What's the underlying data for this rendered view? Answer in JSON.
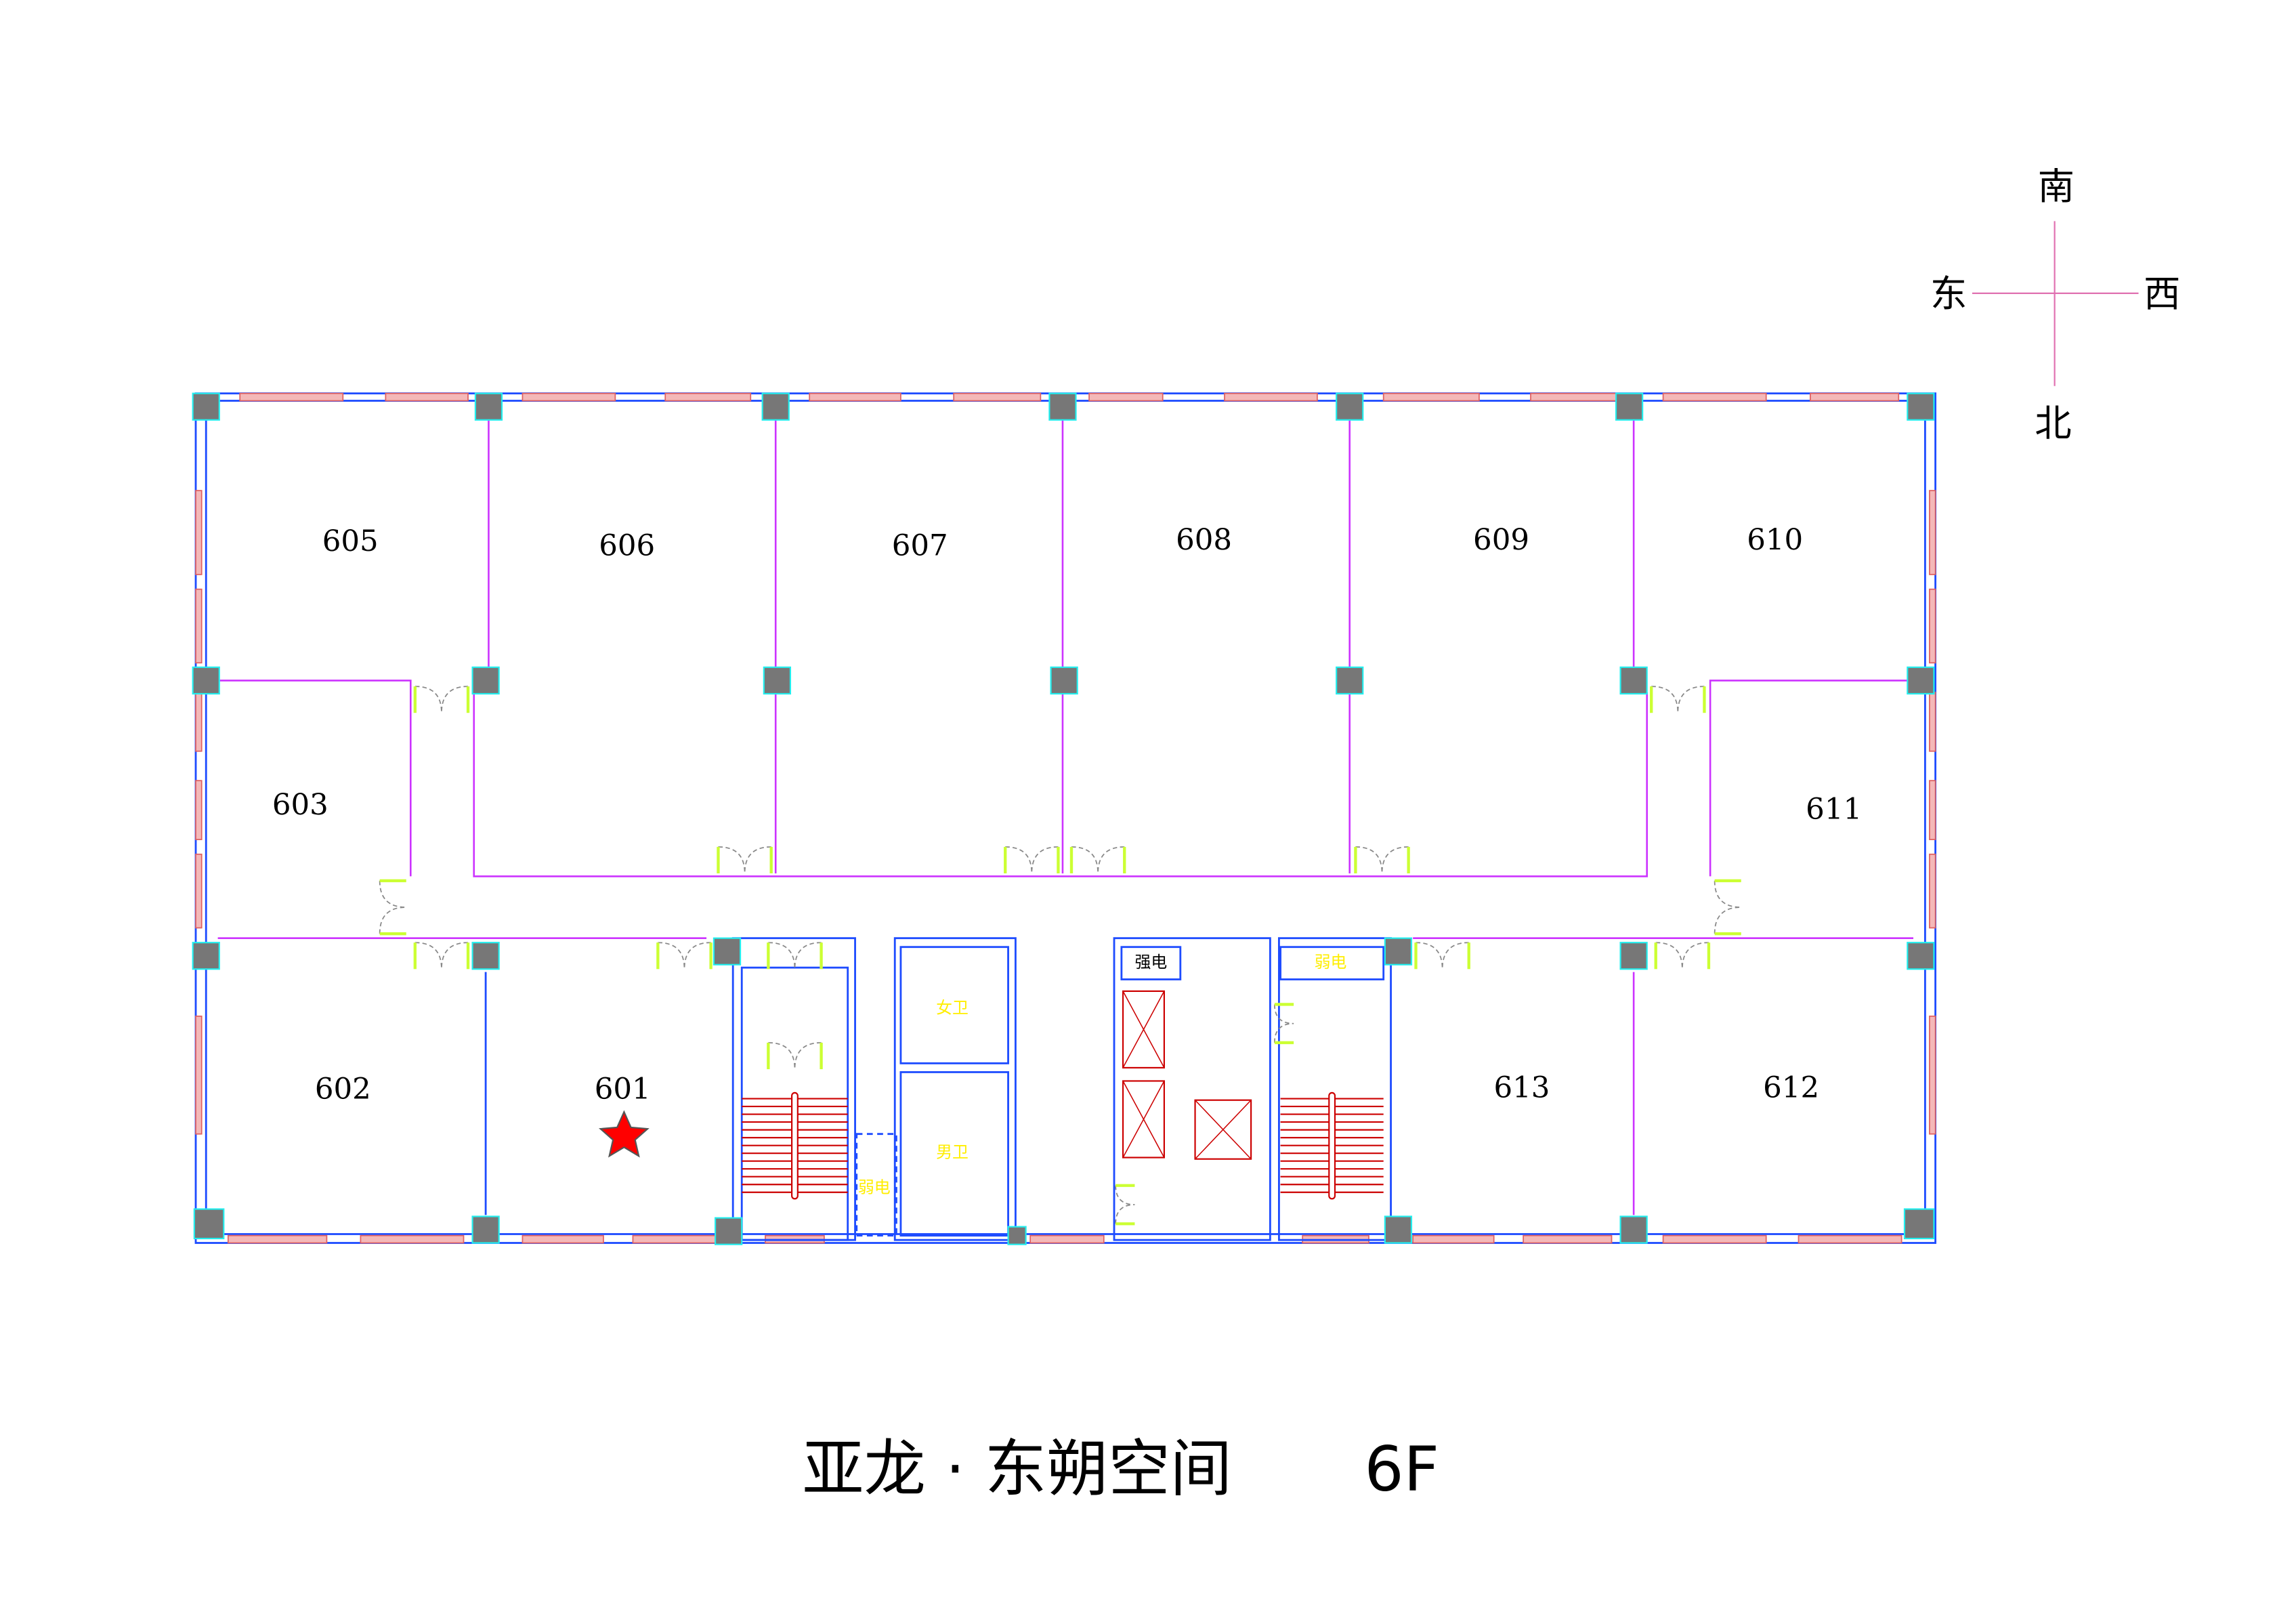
{
  "compass": {
    "south": "南",
    "north": "北",
    "east": "东",
    "west": "西"
  },
  "rooms": {
    "r605": "605",
    "r606": "606",
    "r607": "607",
    "r608": "608",
    "r609": "609",
    "r610": "610",
    "r603": "603",
    "r611": "611",
    "r602": "602",
    "r601": "601",
    "r613": "613",
    "r612": "612"
  },
  "service": {
    "womens_wc": "女卫",
    "mens_wc": "男卫",
    "strong_power": "强电",
    "weak_power_left": "弱电",
    "weak_power_right": "弱电"
  },
  "marker": {
    "room": "601",
    "color": "#ff0000"
  },
  "title": {
    "name": "亚龙 · 东朔空间",
    "floor": "6F"
  },
  "colors": {
    "wall": "#1e4cff",
    "partition": "#cc33ff",
    "window": "#f4b8b8",
    "column": "#777777",
    "door_leaf": "#ccff33",
    "label_yellow": "#ffee00"
  }
}
